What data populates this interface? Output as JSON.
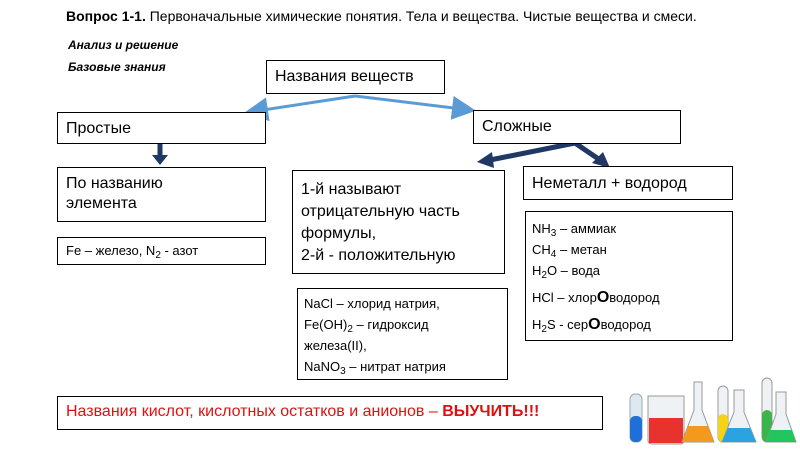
{
  "header": {
    "question_num": "Вопрос 1-1.",
    "question_text": " Первоначальные химические понятия. Тела и вещества. Чистые вещества и смеси."
  },
  "section": {
    "analysis": "Анализ и решение",
    "basics": "Базовые знания"
  },
  "diagram": {
    "root": "Названия веществ",
    "simple": "Простые",
    "complex": "Сложные",
    "by_name": [
      "По названию",
      "элемента"
    ],
    "simple_examples": {
      "fe": "Fe – железо, N",
      "n_sub": "2",
      "n_rest": " - азот"
    },
    "first_rule": [
      "1-й называют",
      "отрицательную часть",
      "формулы,",
      "2-й - положительную"
    ],
    "nonmetal": "Неметалл + водород",
    "salts": {
      "l1": "NaCl – хлорид натрия,",
      "l2a": "Fe(OH)",
      "l2sub": "2",
      "l2b": " – гидроксид",
      "l3": "железа(II),",
      "l4a": "NaNO",
      "l4sub": "3",
      "l4b": " – нитрат натрия"
    },
    "hydrides": {
      "nh3a": "NH",
      "nh3sub": "3",
      "nh3b": " – аммиак",
      "ch4a": "CH",
      "ch4sub": "4",
      "ch4b": " – метан",
      "h2oa": "H",
      "h2osub": "2",
      "h2ob": "O – вода",
      "hcla": "HCl – хлор",
      "hclO": "О",
      "hclb": "водород",
      "h2sa": "H",
      "h2ssub": "2",
      "h2sb": "S - сер",
      "h2sO": "О",
      "h2sc": "водород"
    }
  },
  "footer": {
    "warning": "Названия кислот, кислотных остатков и анионов – ",
    "emphasis": "ВЫУЧИТЬ!!!"
  },
  "colors": {
    "arrow_light": "#5b9bd5",
    "arrow_dark": "#1f3864",
    "warning_red": "#e01010"
  }
}
